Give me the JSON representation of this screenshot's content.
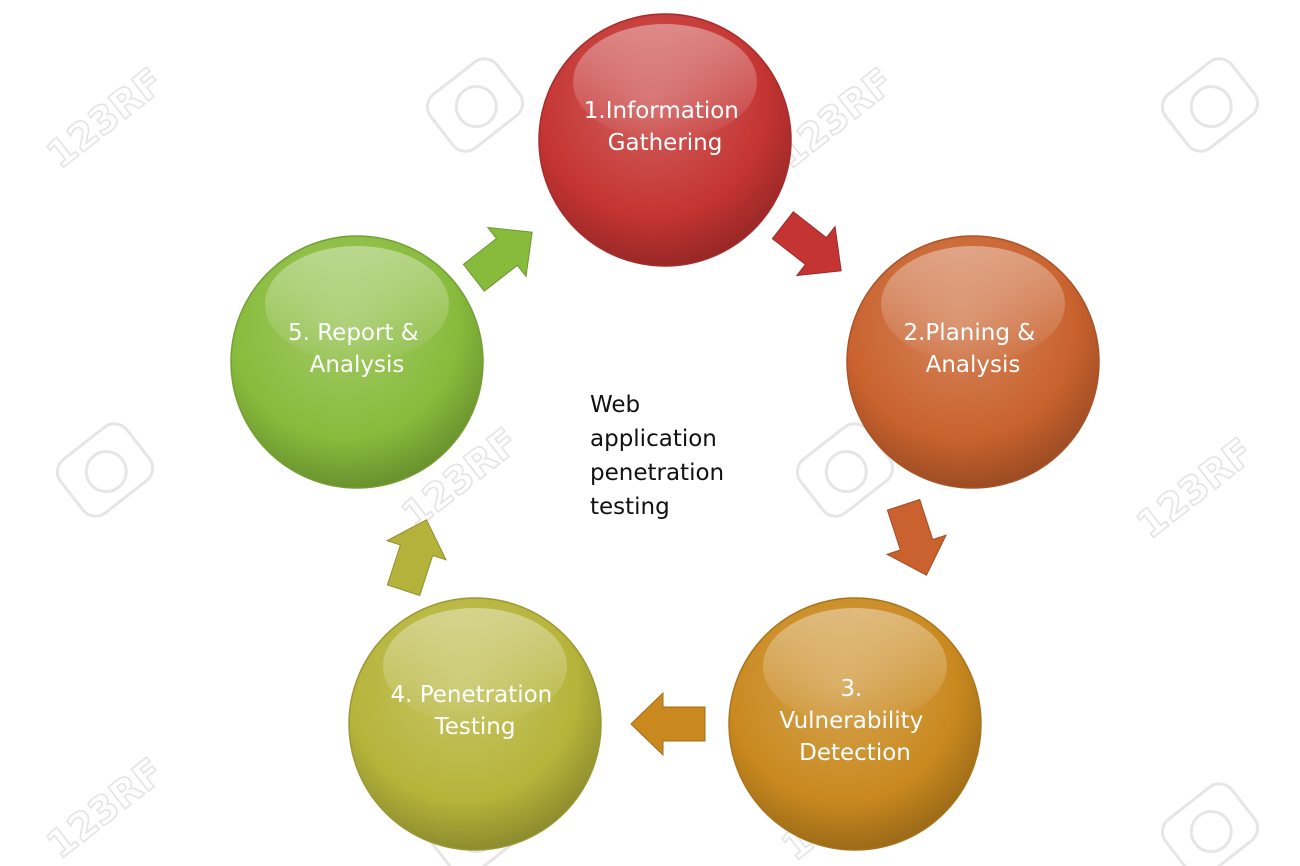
{
  "center": {
    "lines": [
      "Web",
      "application",
      "penetration",
      "testing"
    ]
  },
  "steps": [
    {
      "id": "information-gathering",
      "lines": [
        "1.Information",
        "Gathering"
      ],
      "color": "#c43432"
    },
    {
      "id": "planing-analysis",
      "lines": [
        "2.Planing &",
        "Analysis"
      ],
      "color": "#c9622e"
    },
    {
      "id": "vulnerability-detection",
      "lines": [
        "3.",
        "Vulnerability",
        "Detection"
      ],
      "color": "#c9891f"
    },
    {
      "id": "penetration-testing",
      "lines": [
        "4. Penetration",
        "Testing"
      ],
      "color": "#b6b43a"
    },
    {
      "id": "report-analysis",
      "lines": [
        "5. Report &",
        "Analysis"
      ],
      "color": "#88bb3c"
    }
  ],
  "arrow_colors": [
    "#c43432",
    "#c9622e",
    "#c9891f",
    "#b4b23b",
    "#88bb3c"
  ],
  "watermark": {
    "text": "123RF"
  }
}
